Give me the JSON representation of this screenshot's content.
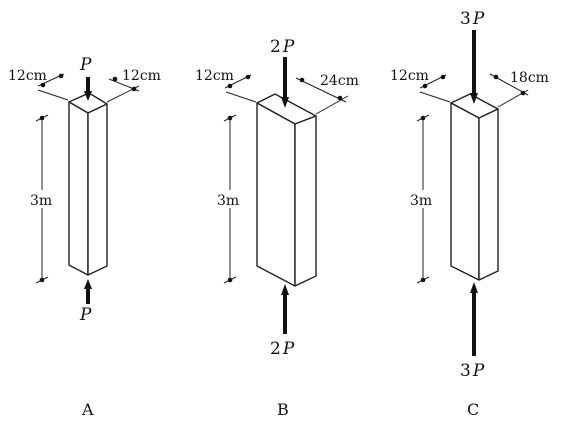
{
  "columns": [
    {
      "caption": "A",
      "width_label": "12cm",
      "depth_label": "12cm",
      "height_label": "3m",
      "load_top": {
        "coef": "",
        "symbol": "P"
      },
      "load_bottom": {
        "coef": "",
        "symbol": "P"
      }
    },
    {
      "caption": "B",
      "width_label": "12cm",
      "depth_label": "24cm",
      "height_label": "3m",
      "load_top": {
        "coef": "2",
        "symbol": "P"
      },
      "load_bottom": {
        "coef": "2",
        "symbol": "P"
      }
    },
    {
      "caption": "C",
      "width_label": "12cm",
      "depth_label": "18cm",
      "height_label": "3m",
      "load_top": {
        "coef": "3",
        "symbol": "P"
      },
      "load_bottom": {
        "coef": "3",
        "symbol": "P"
      }
    }
  ]
}
